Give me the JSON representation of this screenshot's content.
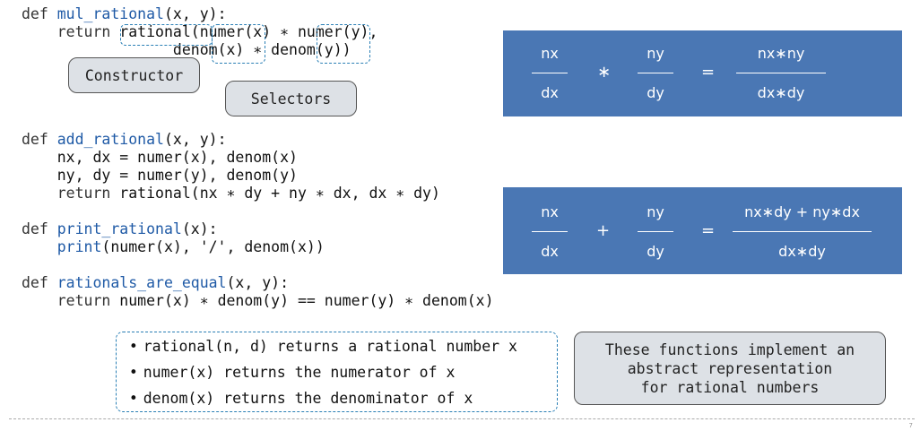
{
  "code": {
    "mul": {
      "kw_def": "def",
      "name": "mul_rational",
      "params": "(x, y):",
      "kw_return": "return",
      "ctor": " rational",
      "p1": "(",
      "numer1": "numer",
      "numer1_arg": "(x) ∗ ",
      "numer2": "numer",
      "numer2_arg": "(y),",
      "indent2": "                 ",
      "denom1": "denom",
      "denom1_arg": "(x) ∗ ",
      "denom2": "denom",
      "denom2_arg": "(y))"
    },
    "add": {
      "kw_def": "def",
      "name": "add_rational",
      "params": "(x, y):",
      "line2": "    nx, dx = numer(x), denom(x)",
      "line3": "    ny, dy = numer(y), denom(y)",
      "kw_return": "return",
      "ret_expr": " rational(nx ∗ dy + ny ∗ dx, dx ∗ dy)"
    },
    "print": {
      "kw_def": "def",
      "name": "print_rational",
      "params": "(x):",
      "builtin": "print",
      "rest": "(numer(x), '/', denom(x))"
    },
    "equal": {
      "kw_def": "def",
      "name": "rationals_are_equal",
      "params": "(x, y):",
      "kw_return": "return",
      "ret_expr": " numer(x) ∗ denom(y) == numer(y) ∗ denom(x)"
    }
  },
  "callouts": {
    "constructor": "Constructor",
    "selectors": "Selectors",
    "abstract_line1": "These functions implement an",
    "abstract_line2": "abstract representation",
    "abstract_line3": "for rational numbers"
  },
  "panels": {
    "mul": {
      "f1_num": "nx",
      "f1_den": "dx",
      "op": "∗",
      "f2_num": "ny",
      "f2_den": "dy",
      "eq": "=",
      "r_num": "nx∗ny",
      "r_den": "dx∗dy"
    },
    "add": {
      "f1_num": "nx",
      "f1_den": "dx",
      "op": "+",
      "f2_num": "ny",
      "f2_den": "dy",
      "eq": "=",
      "r_num": "nx∗dy + ny∗dx",
      "r_den": "dx∗dy"
    }
  },
  "bullets": [
    "rational(n, d) returns a rational number x",
    "numer(x) returns the numerator of x",
    "denom(x) returns the denominator of x"
  ],
  "page_number": "7",
  "colors": {
    "panel": "#4a77b4",
    "function_name": "#1f5aa6",
    "dash": "#2a7fb5",
    "callout": "#dde1e6"
  }
}
